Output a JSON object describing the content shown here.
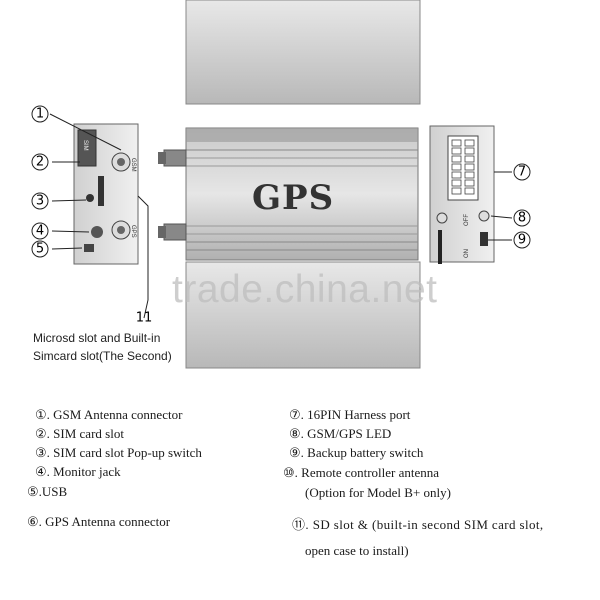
{
  "device_label": "GPS",
  "watermark": "trade.china.net",
  "callout_numbers": {
    "n1": "1",
    "n2": "2",
    "n3": "3",
    "n4": "4",
    "n5": "5",
    "n7": "7",
    "n8": "8",
    "n9": "9",
    "n11": "11"
  },
  "port_labels": {
    "gsm": "GSM",
    "gps": "GPS",
    "sim": "SIM",
    "off": "OFF",
    "on": "ON"
  },
  "note": {
    "line1": "Microsd slot and Built-in",
    "line2": "Simcard slot(The Second)"
  },
  "legend": {
    "l1": "①. GSM Antenna connector",
    "l2": "②. SIM card slot",
    "l3": "③. SIM card slot Pop-up switch",
    "l4": "④. Monitor jack",
    "l5": "⑤.USB",
    "l6": "⑥. GPS Antenna connector",
    "r7": "⑦. 16PIN Harness port",
    "r8": "⑧. GSM/GPS LED",
    "r9": "⑨. Backup battery switch",
    "r10": "⑩. Remote controller antenna",
    "r10b": "(Option for Model B+ only)",
    "r11": "⑪. SD slot & (built-in second SIM card slot,",
    "r11b": "open case to install)"
  },
  "colors": {
    "body_light": "#e4e4e4",
    "body_mid": "#bdbdbd",
    "body_dark": "#8c8c8c",
    "outline": "#555555"
  }
}
